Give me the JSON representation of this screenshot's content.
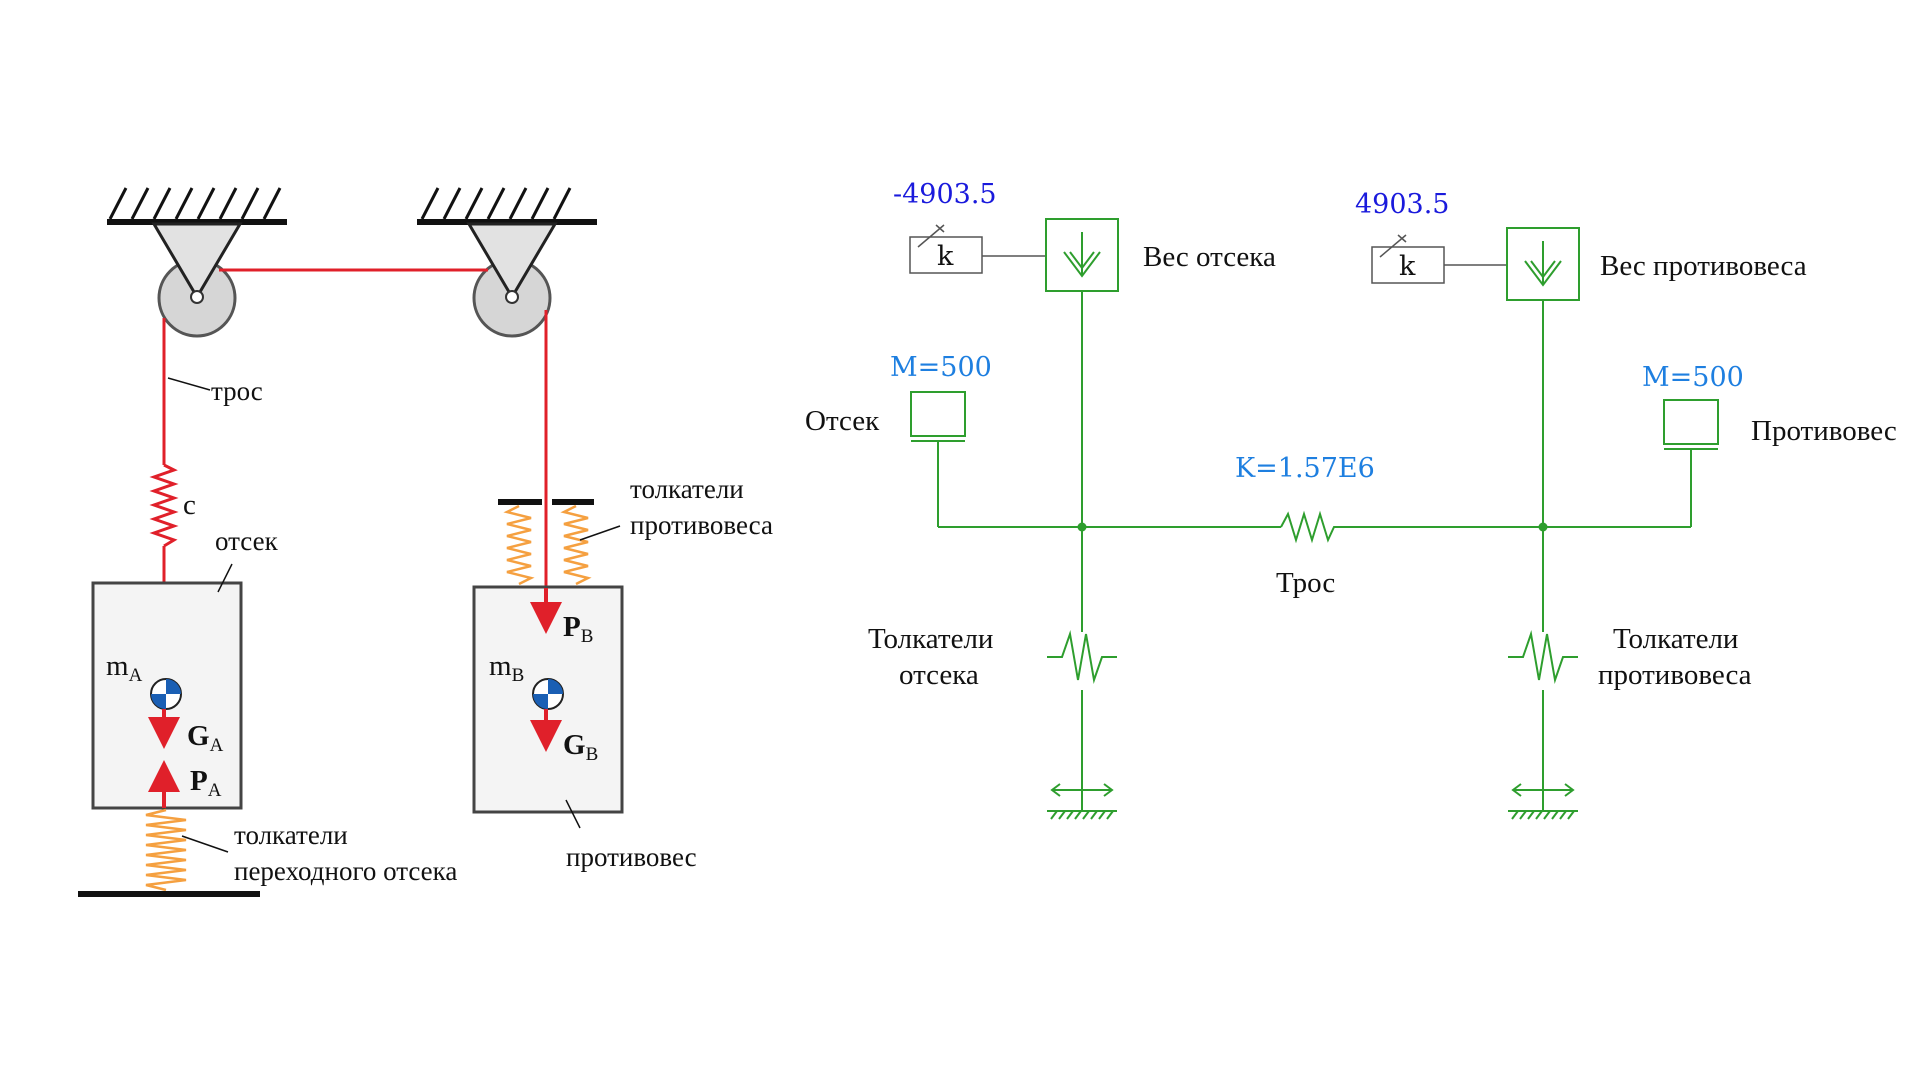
{
  "mechanical": {
    "labels": {
      "cable": "трос",
      "stiffness": "c",
      "compartment": "отсек",
      "counterweight_pushers_1": "толкатели",
      "counterweight_pushers_2": "противовеса",
      "transition_pushers_1": "толкатели",
      "transition_pushers_2": "переходного отсека",
      "counterweight": "противовес"
    },
    "mass_a": {
      "base": "m",
      "sub": "A"
    },
    "mass_b": {
      "base": "m",
      "sub": "B"
    },
    "force_ga": {
      "base": "G",
      "sub": "A"
    },
    "force_pa": {
      "base": "P",
      "sub": "A"
    },
    "force_pb": {
      "base": "P",
      "sub": "B"
    },
    "force_gb": {
      "base": "G",
      "sub": "B"
    }
  },
  "schematic": {
    "gain_left": {
      "value": "-4903.5",
      "label": "k"
    },
    "gain_right": {
      "value": "4903.5",
      "label": "k"
    },
    "weight_left_label": "Вес отсека",
    "weight_right_label": "Вес противовеса",
    "mass_left": {
      "param": "M=500",
      "label": "Отсек"
    },
    "mass_right": {
      "param": "M=500",
      "label": "Противовес"
    },
    "cable": {
      "param": "K=1.57E6",
      "label": "Трос"
    },
    "pushers_left": {
      "line1": "Толкатели",
      "line2": "отсека"
    },
    "pushers_right": {
      "line1": "Толкатели",
      "line2": "противовеса"
    }
  },
  "colors": {
    "red": "#e0202a",
    "green": "#2e9e2e",
    "blue_param": "#1e7fe0",
    "blue_gain": "#1a1adc",
    "orange_spring": "#f5a040",
    "pulley": "#d6d6d6",
    "block": "#f4f4f4"
  }
}
